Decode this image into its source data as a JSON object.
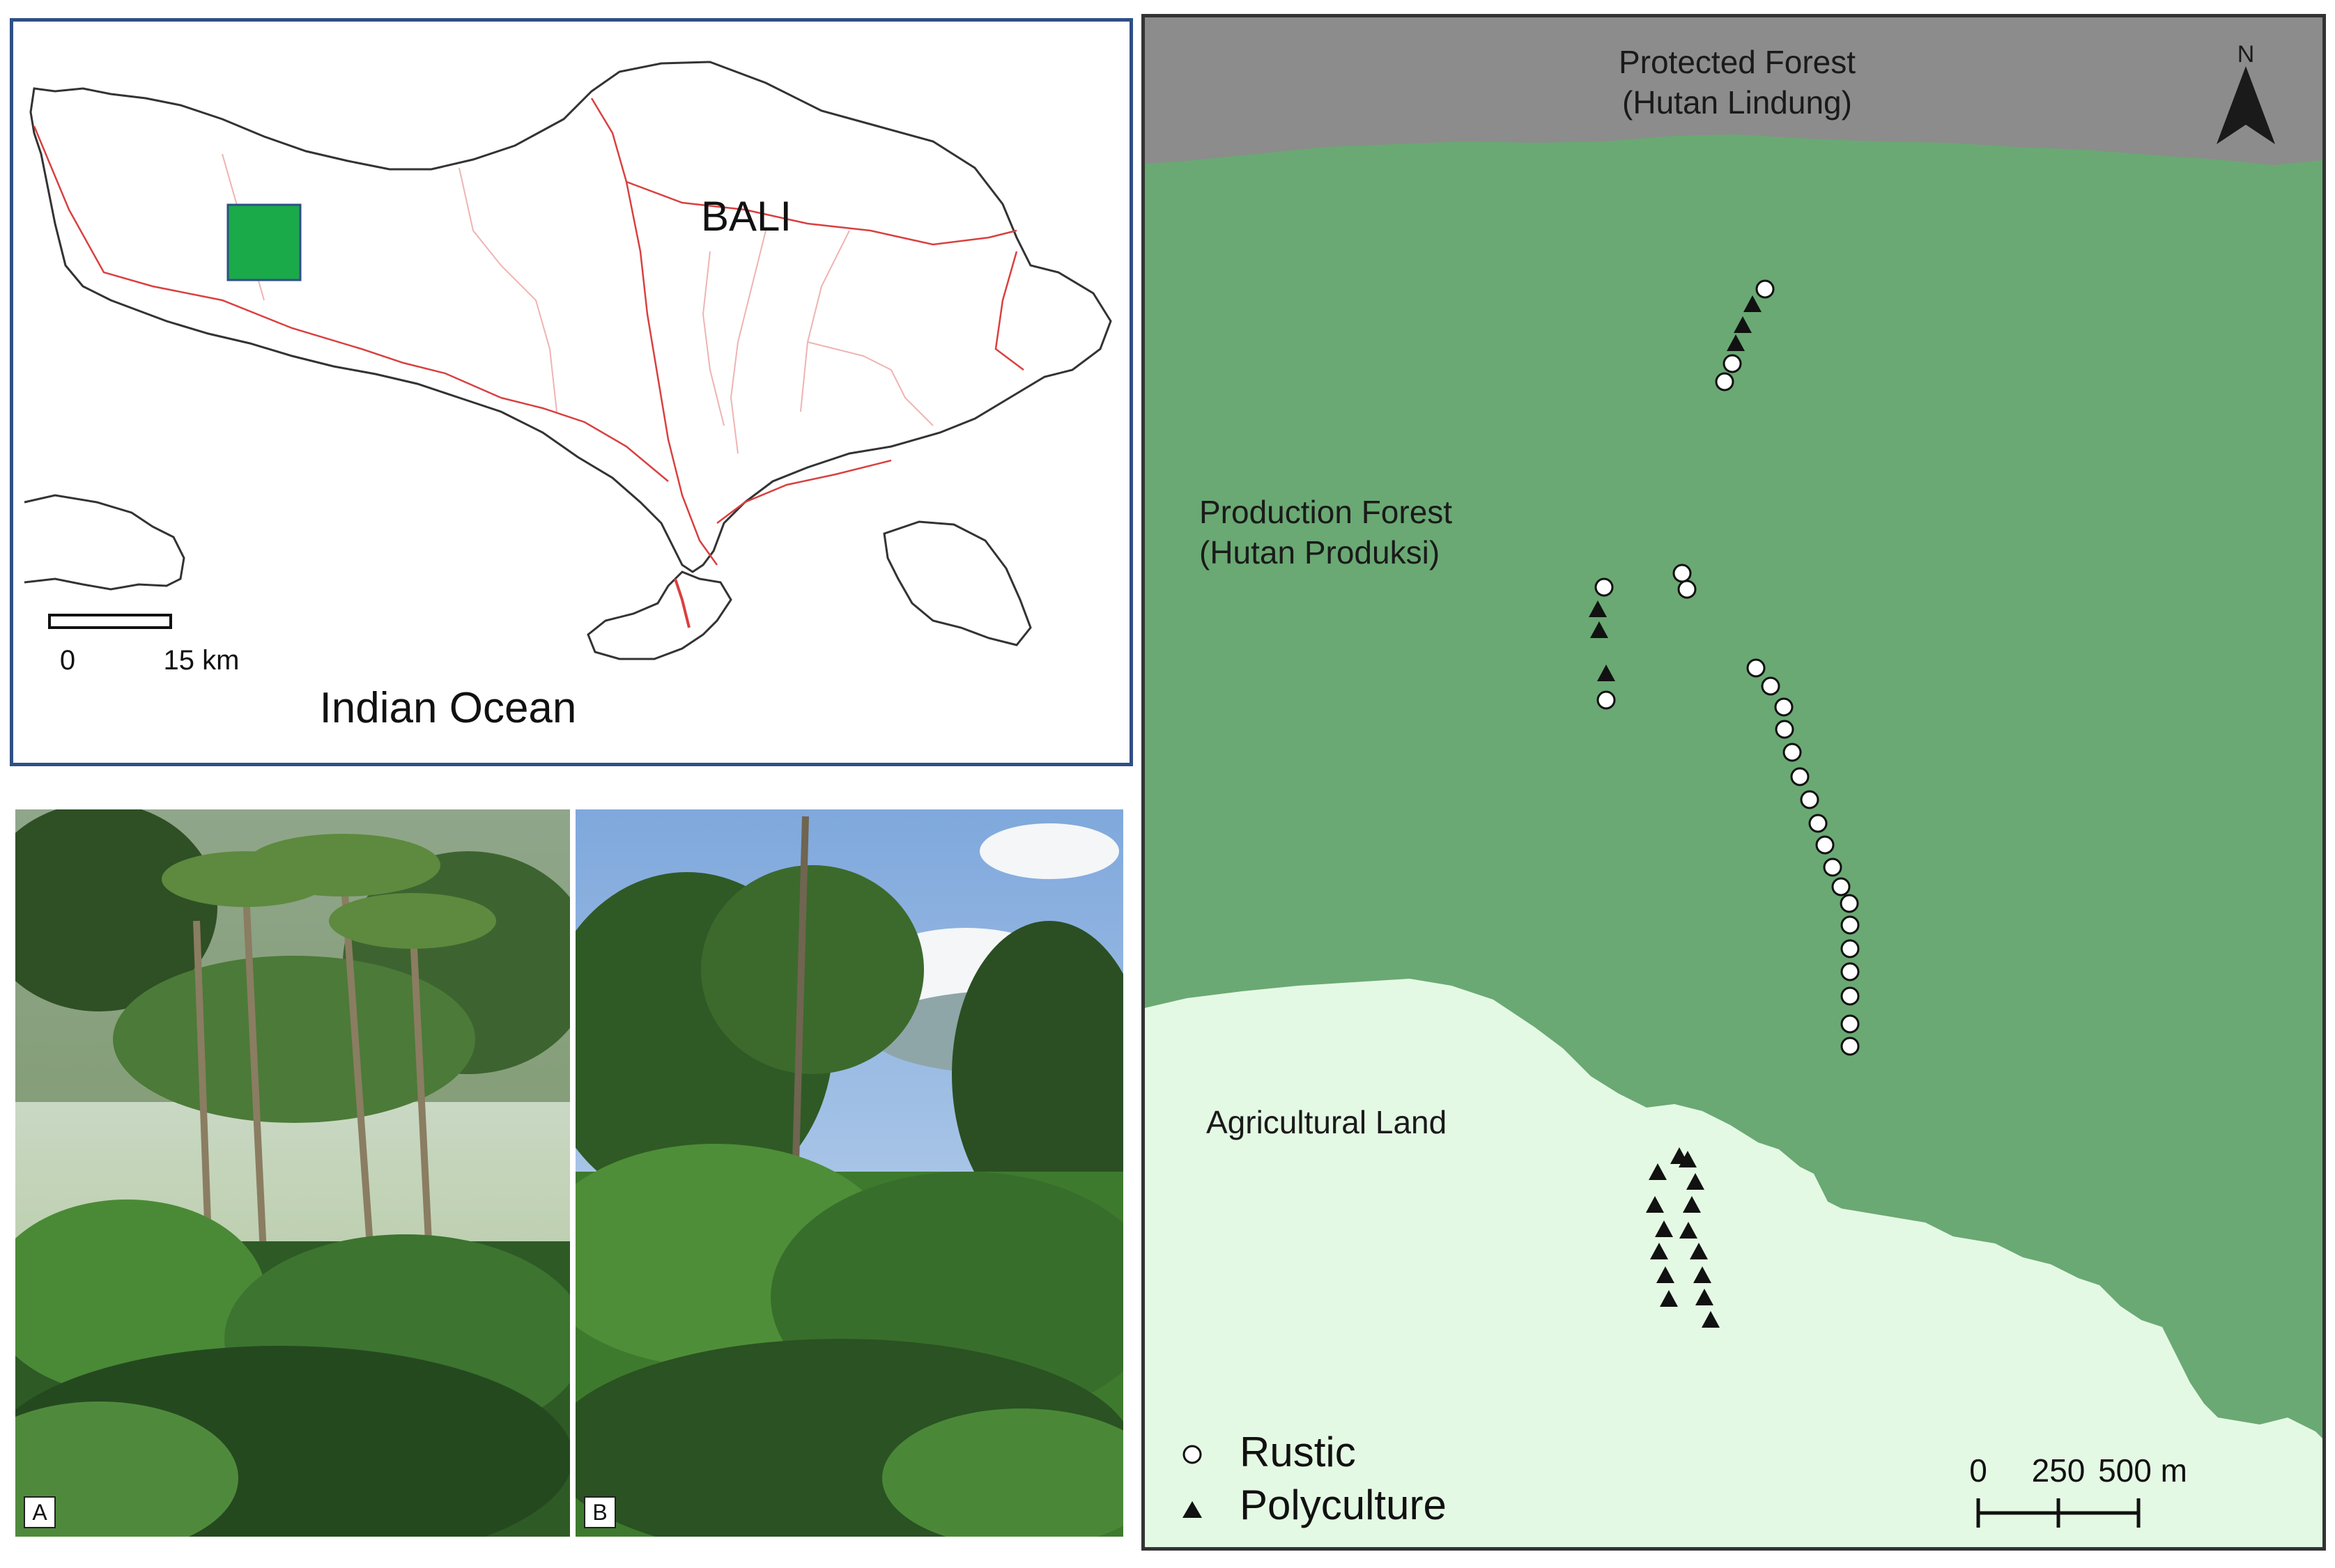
{
  "bali_map": {
    "island_label": "BALI",
    "ocean_label": "Indian Ocean",
    "scale_start": "0",
    "scale_end": "15 km",
    "study_area_color": "#1aaa4a",
    "boundary_color": "#d94040"
  },
  "photos": [
    {
      "label": "A"
    },
    {
      "label": "B"
    }
  ],
  "site_map": {
    "zones": [
      {
        "label_line1": "Protected Forest",
        "label_line2": "(Hutan Lindung)",
        "color": "#8c8c8c"
      },
      {
        "label_line1": "Production Forest",
        "label_line2": "(Hutan Produksi)",
        "color": "#6aa973"
      },
      {
        "label_line1": "Agricultural Land",
        "label_line2": "",
        "color": "#e4f9e4"
      }
    ],
    "north_label": "N",
    "legend": {
      "rustic": "Rustic",
      "polyculture": "Polyculture"
    },
    "scale": {
      "tick0": "0",
      "tick1": "250",
      "tick2": "500 m"
    }
  }
}
